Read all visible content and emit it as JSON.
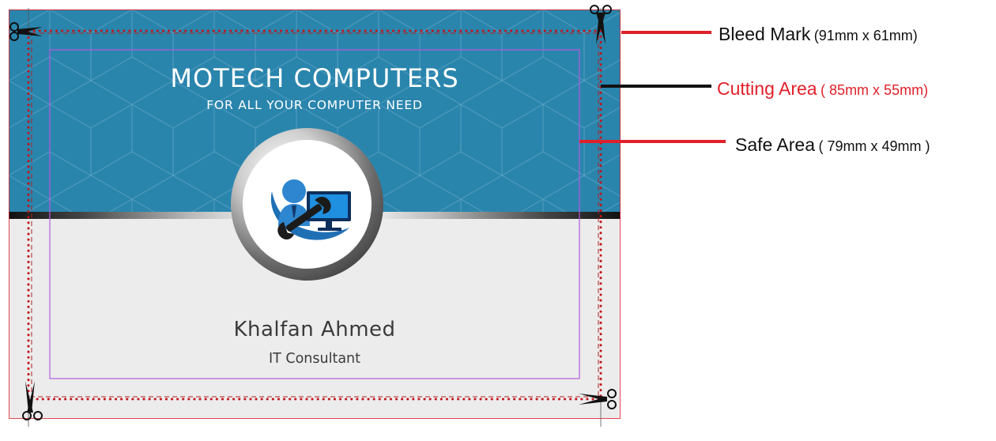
{
  "card": {
    "company": "MOTECH COMPUTERS",
    "tagline": "FOR ALL YOUR COMPUTER NEED",
    "name": "Khalfan Ahmed",
    "role": "IT Consultant",
    "logo": "computer-repair-logo-icon"
  },
  "annotations": {
    "bleed": {
      "label": "Bleed Mark",
      "size": "(91mm x 61mm)"
    },
    "cutting": {
      "label": "Cutting Area",
      "size": "( 85mm x 55mm)"
    },
    "safe": {
      "label": "Safe Area",
      "size": "( 79mm x 49mm )"
    }
  },
  "colors": {
    "card_blue": "#2a85ad",
    "card_gray": "#ececec",
    "bleed_line": "#e0202a",
    "cut_dots": "#c0141c",
    "safe_line": "#b35adf",
    "cutting_label": "#e0202a"
  },
  "icons": [
    "scissors-icon"
  ]
}
